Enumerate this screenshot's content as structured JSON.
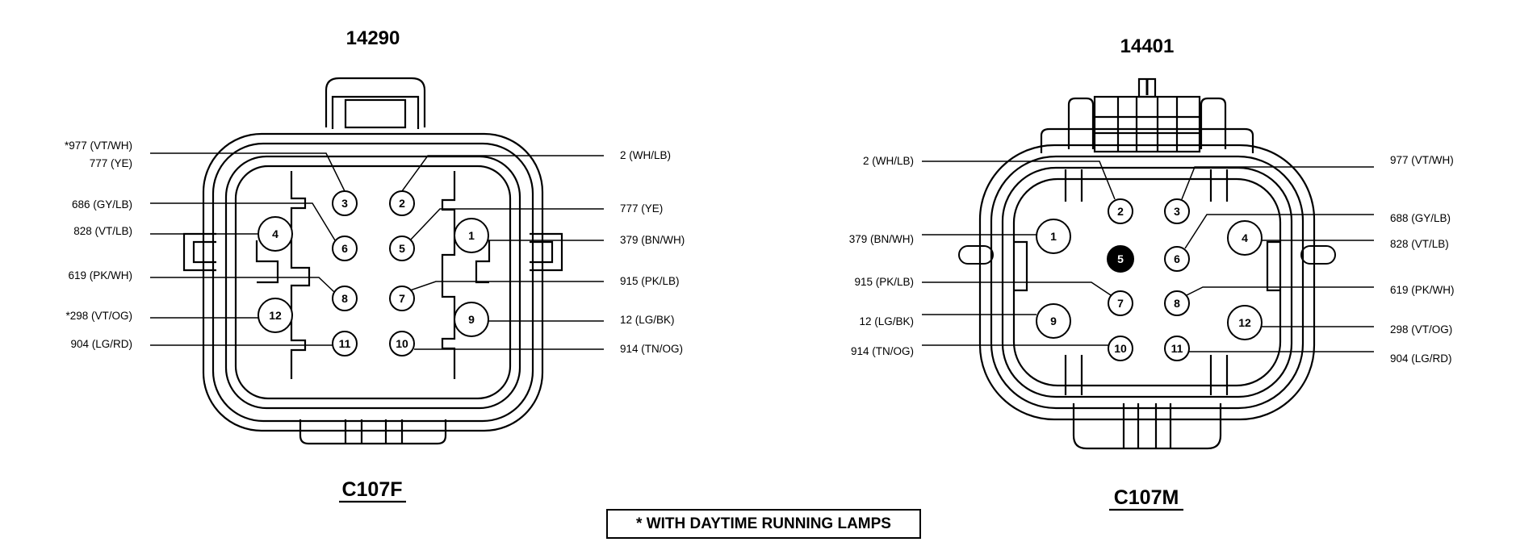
{
  "connectors": [
    {
      "part_number": "14290",
      "name": "C107F",
      "pins": [
        {
          "number": "1"
        },
        {
          "number": "2"
        },
        {
          "number": "3"
        },
        {
          "number": "4"
        },
        {
          "number": "5"
        },
        {
          "number": "6"
        },
        {
          "number": "7"
        },
        {
          "number": "8"
        },
        {
          "number": "9"
        },
        {
          "number": "10"
        },
        {
          "number": "11"
        },
        {
          "number": "12"
        }
      ],
      "left_labels": [
        {
          "line1": "*977 (VT/WH)",
          "line2": "777 (YE)"
        },
        {
          "line1": "686 (GY/LB)"
        },
        {
          "line1": "828 (VT/LB)"
        },
        {
          "line1": "619 (PK/WH)"
        },
        {
          "line1": "*298 (VT/OG)"
        },
        {
          "line1": "904 (LG/RD)"
        }
      ],
      "right_labels": [
        "2 (WH/LB)",
        "777 (YE)",
        "379 (BN/WH)",
        "915 (PK/LB)",
        "12 (LG/BK)",
        "914 (TN/OG)"
      ]
    },
    {
      "part_number": "14401",
      "name": "C107M",
      "pins": [
        {
          "number": "1"
        },
        {
          "number": "2"
        },
        {
          "number": "3"
        },
        {
          "number": "4"
        },
        {
          "number": "5",
          "filled": true
        },
        {
          "number": "6"
        },
        {
          "number": "7"
        },
        {
          "number": "8"
        },
        {
          "number": "9"
        },
        {
          "number": "10"
        },
        {
          "number": "11"
        },
        {
          "number": "12"
        }
      ],
      "left_labels": [
        "2 (WH/LB)",
        "379 (BN/WH)",
        "915 (PK/LB)",
        "12 (LG/BK)",
        "914 (TN/OG)"
      ],
      "right_labels": [
        "977 (VT/WH)",
        "688 (GY/LB)",
        "828 (VT/LB)",
        "619 (PK/WH)",
        "298 (VT/OG)",
        "904 (LG/RD)"
      ]
    }
  ],
  "note": "* WITH DAYTIME RUNNING LAMPS"
}
